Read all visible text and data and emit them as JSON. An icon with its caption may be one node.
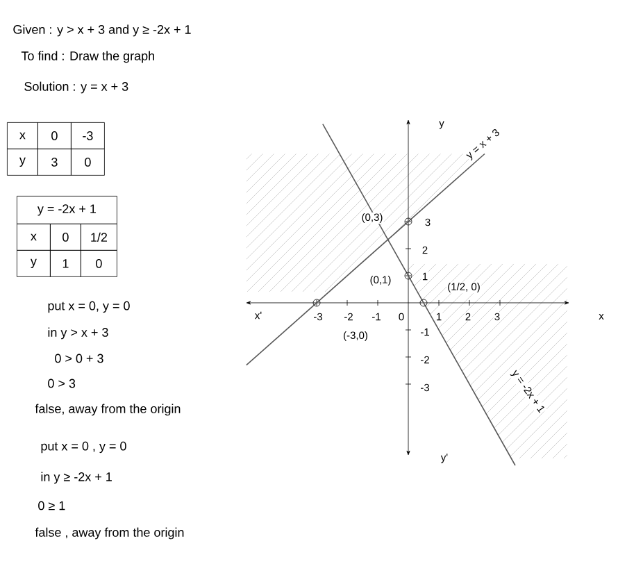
{
  "diagram": {
    "labels": [
      "Given : y > x + 3 and y ≥ -2x + 1",
      "To find : Draw the graph",
      "Solution : y = x + 3",
      "x",
      "0",
      "-3",
      "y",
      "3",
      "0",
      "y = -2x + 1",
      "x",
      "0",
      "1/2",
      "y",
      "1",
      "0",
      "put x = 0, y = 0",
      "in y > x + 3",
      "0 > 0 + 3",
      "0 > 3",
      "false, away from the origin",
      "put x = 0 , y = 0",
      "in y ≥ -2x + 1",
      "0 ≥ 1",
      "false , away from the origin",
      "y",
      "y = x + 3",
      "(0,3)",
      "3",
      "2",
      "(0,1)",
      "1",
      "(1/2, 0)",
      "x'",
      "-3",
      "-2",
      "-1",
      "0",
      "1",
      "2",
      "3",
      "x",
      "(-3,0)",
      "-1",
      "-2",
      "-3",
      "y'",
      "y = -2x + 1"
    ]
  }
}
